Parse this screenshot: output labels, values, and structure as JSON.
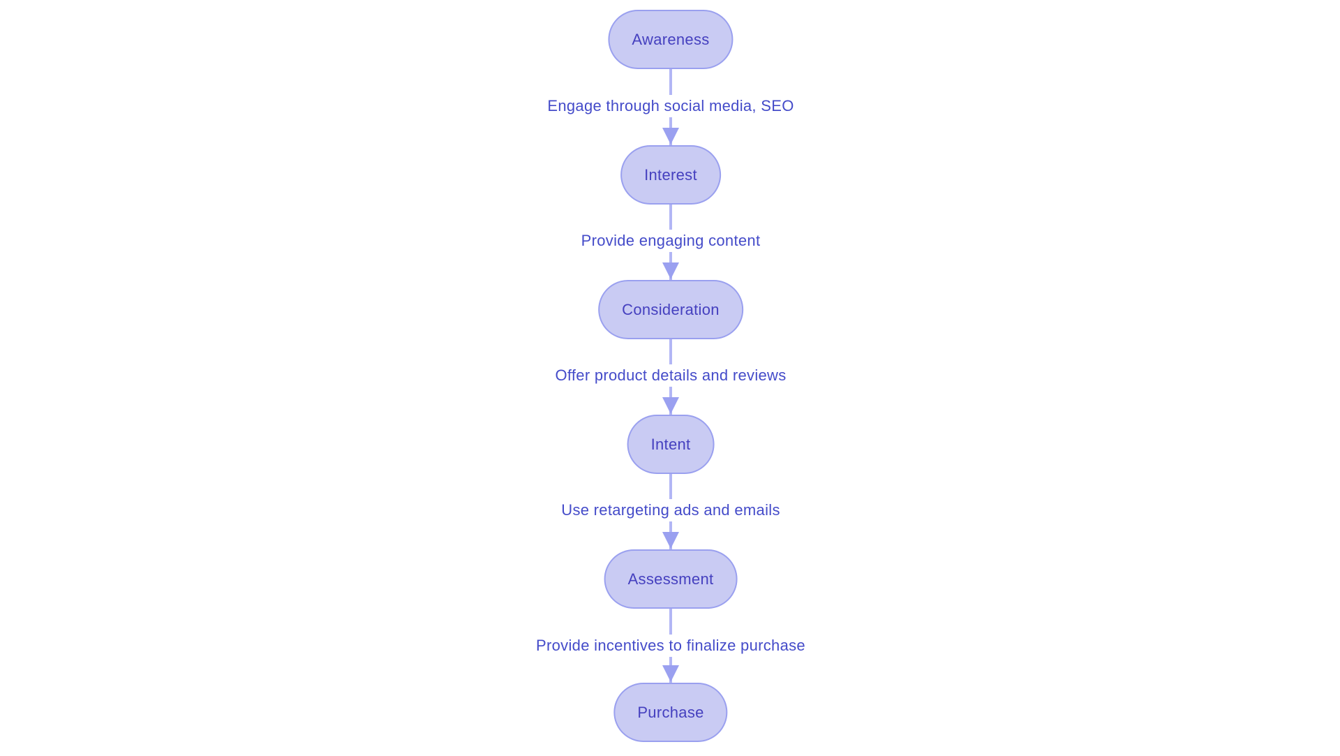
{
  "diagram": {
    "type": "flowchart",
    "direction": "top-down",
    "nodes": [
      {
        "id": "awareness",
        "label": "Awareness"
      },
      {
        "id": "interest",
        "label": "Interest"
      },
      {
        "id": "consideration",
        "label": "Consideration"
      },
      {
        "id": "intent",
        "label": "Intent"
      },
      {
        "id": "assessment",
        "label": "Assessment"
      },
      {
        "id": "purchase",
        "label": "Purchase"
      }
    ],
    "edges": [
      {
        "from": "awareness",
        "to": "interest",
        "label": "Engage through social media, SEO"
      },
      {
        "from": "interest",
        "to": "consideration",
        "label": "Provide engaging content"
      },
      {
        "from": "consideration",
        "to": "intent",
        "label": "Offer product details and reviews"
      },
      {
        "from": "intent",
        "to": "assessment",
        "label": "Use retargeting ads and emails"
      },
      {
        "from": "assessment",
        "to": "purchase",
        "label": "Provide incentives to finalize purchase"
      }
    ],
    "colors": {
      "node_fill": "#c9cbf3",
      "node_border": "#9aa0ef",
      "node_text": "#4540bf",
      "edge_label_text": "#444bc9",
      "edge_line": "#b2b6f5",
      "arrowhead": "#9aa0f0",
      "background": "#ffffff"
    }
  }
}
